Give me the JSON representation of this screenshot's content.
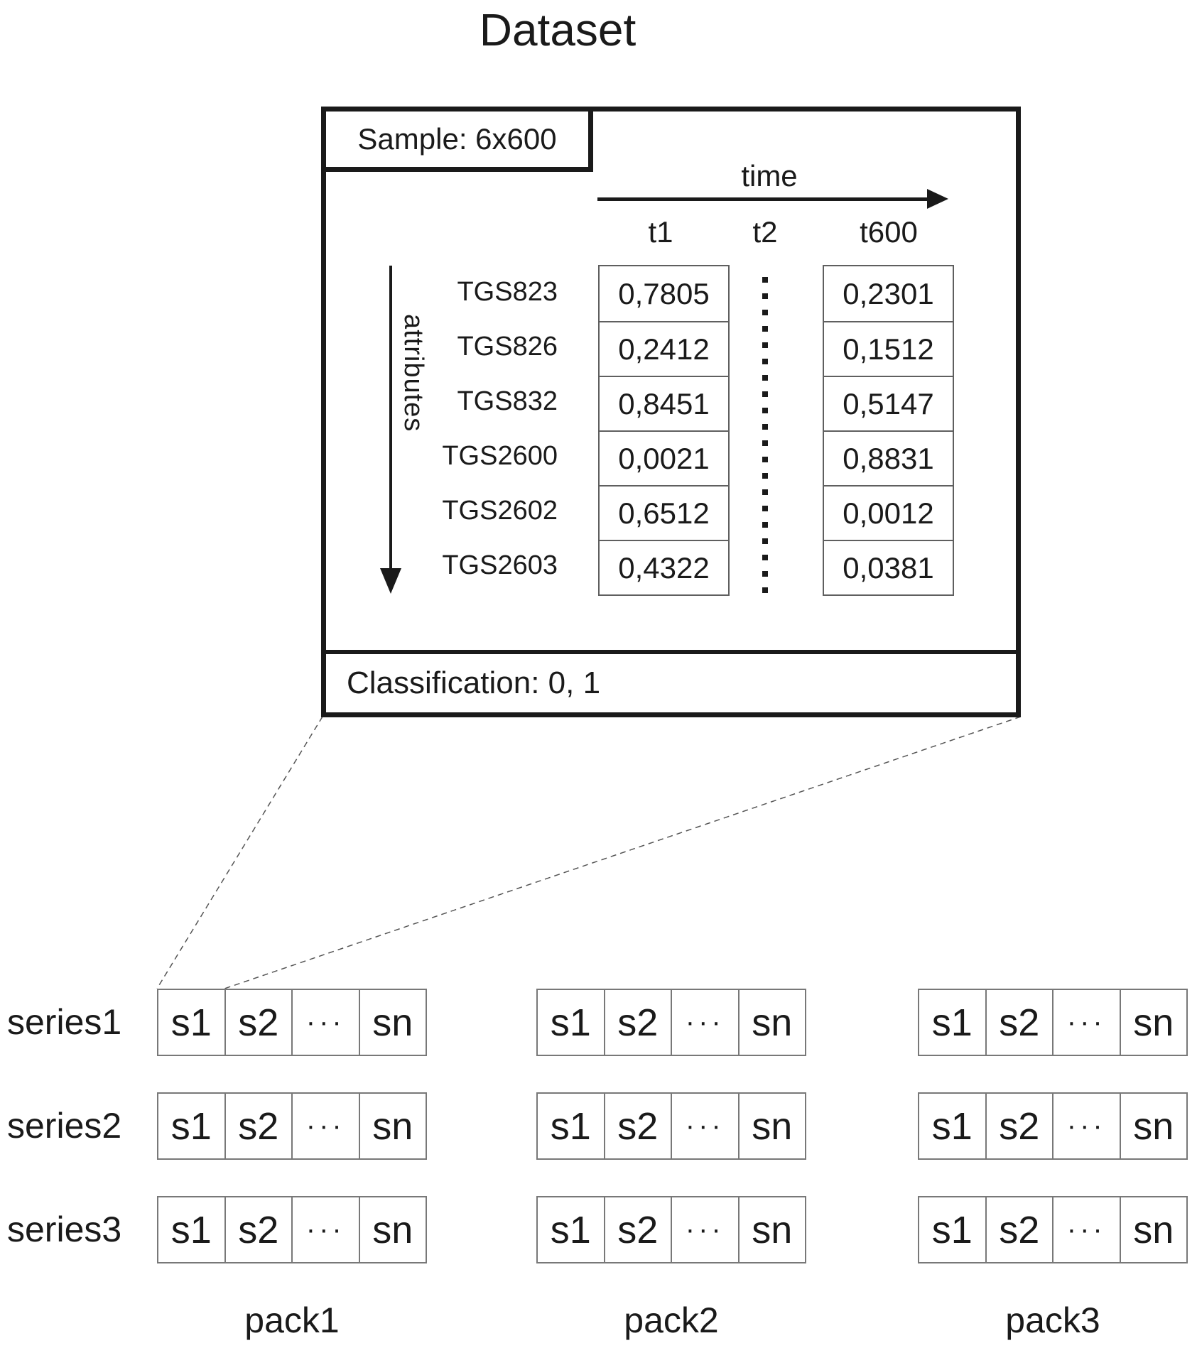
{
  "title": "Dataset",
  "colors": {
    "ink": "#1a1a1a",
    "value_cell_border": "#5f5f5f",
    "series_cell_border": "#787878",
    "connector_line": "#555555"
  },
  "dataset_box": {
    "sample_label": "Sample: 6x600",
    "time_axis": {
      "label": "time",
      "columns": [
        "t1",
        "t2",
        "t600"
      ]
    },
    "attributes_axis": {
      "label": "attributes"
    },
    "rows": [
      {
        "attribute": "TGS823",
        "t1": "0,7805",
        "t600": "0,2301"
      },
      {
        "attribute": "TGS826",
        "t1": "0,2412",
        "t600": "0,1512"
      },
      {
        "attribute": "TGS832",
        "t1": "0,8451",
        "t600": "0,5147"
      },
      {
        "attribute": "TGS2600",
        "t1": "0,0021",
        "t600": "0,8831"
      },
      {
        "attribute": "TGS2602",
        "t1": "0,6512",
        "t600": "0,0012"
      },
      {
        "attribute": "TGS2603",
        "t1": "0,4322",
        "t600": "0,0381"
      }
    ],
    "classification_label": "Classification: 0, 1"
  },
  "expansion": {
    "series_labels": [
      "series1",
      "series2",
      "series3"
    ],
    "cell_labels": [
      "s1",
      "s2",
      "···",
      "sn"
    ],
    "pack_labels": [
      "pack1",
      "pack2",
      "pack3"
    ]
  }
}
